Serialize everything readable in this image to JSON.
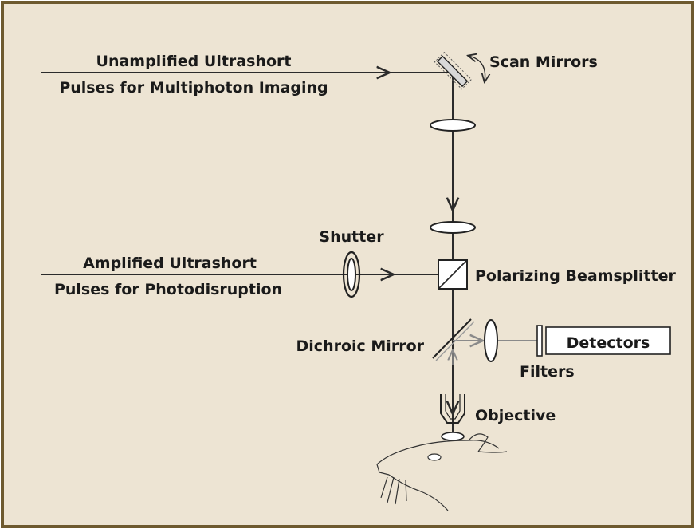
{
  "colors": {
    "background": "#ede4d3",
    "border": "#6e5a2f",
    "beam": "#2b2b2b",
    "beam_gray": "#8a8a8a"
  },
  "labels": {
    "unamplified_line1": "Unamplified Ultrashort",
    "unamplified_line2": "Pulses for Multiphoton Imaging",
    "scan_mirrors": "Scan Mirrors",
    "shutter": "Shutter",
    "amplified_line1": "Amplified Ultrashort",
    "amplified_line2": "Pulses for Photodisruption",
    "polarizing_beamsplitter": "Polarizing Beamsplitter",
    "dichroic_mirror": "Dichroic Mirror",
    "detectors": "Detectors",
    "filters": "Filters",
    "objective": "Objective"
  },
  "icons": {
    "scan_mirror": "scan-mirror-icon",
    "lens": "lens-icon",
    "shutter": "shutter-icon",
    "beamsplitter": "beamsplitter-cube-icon",
    "mouse": "mouse-head-icon"
  }
}
